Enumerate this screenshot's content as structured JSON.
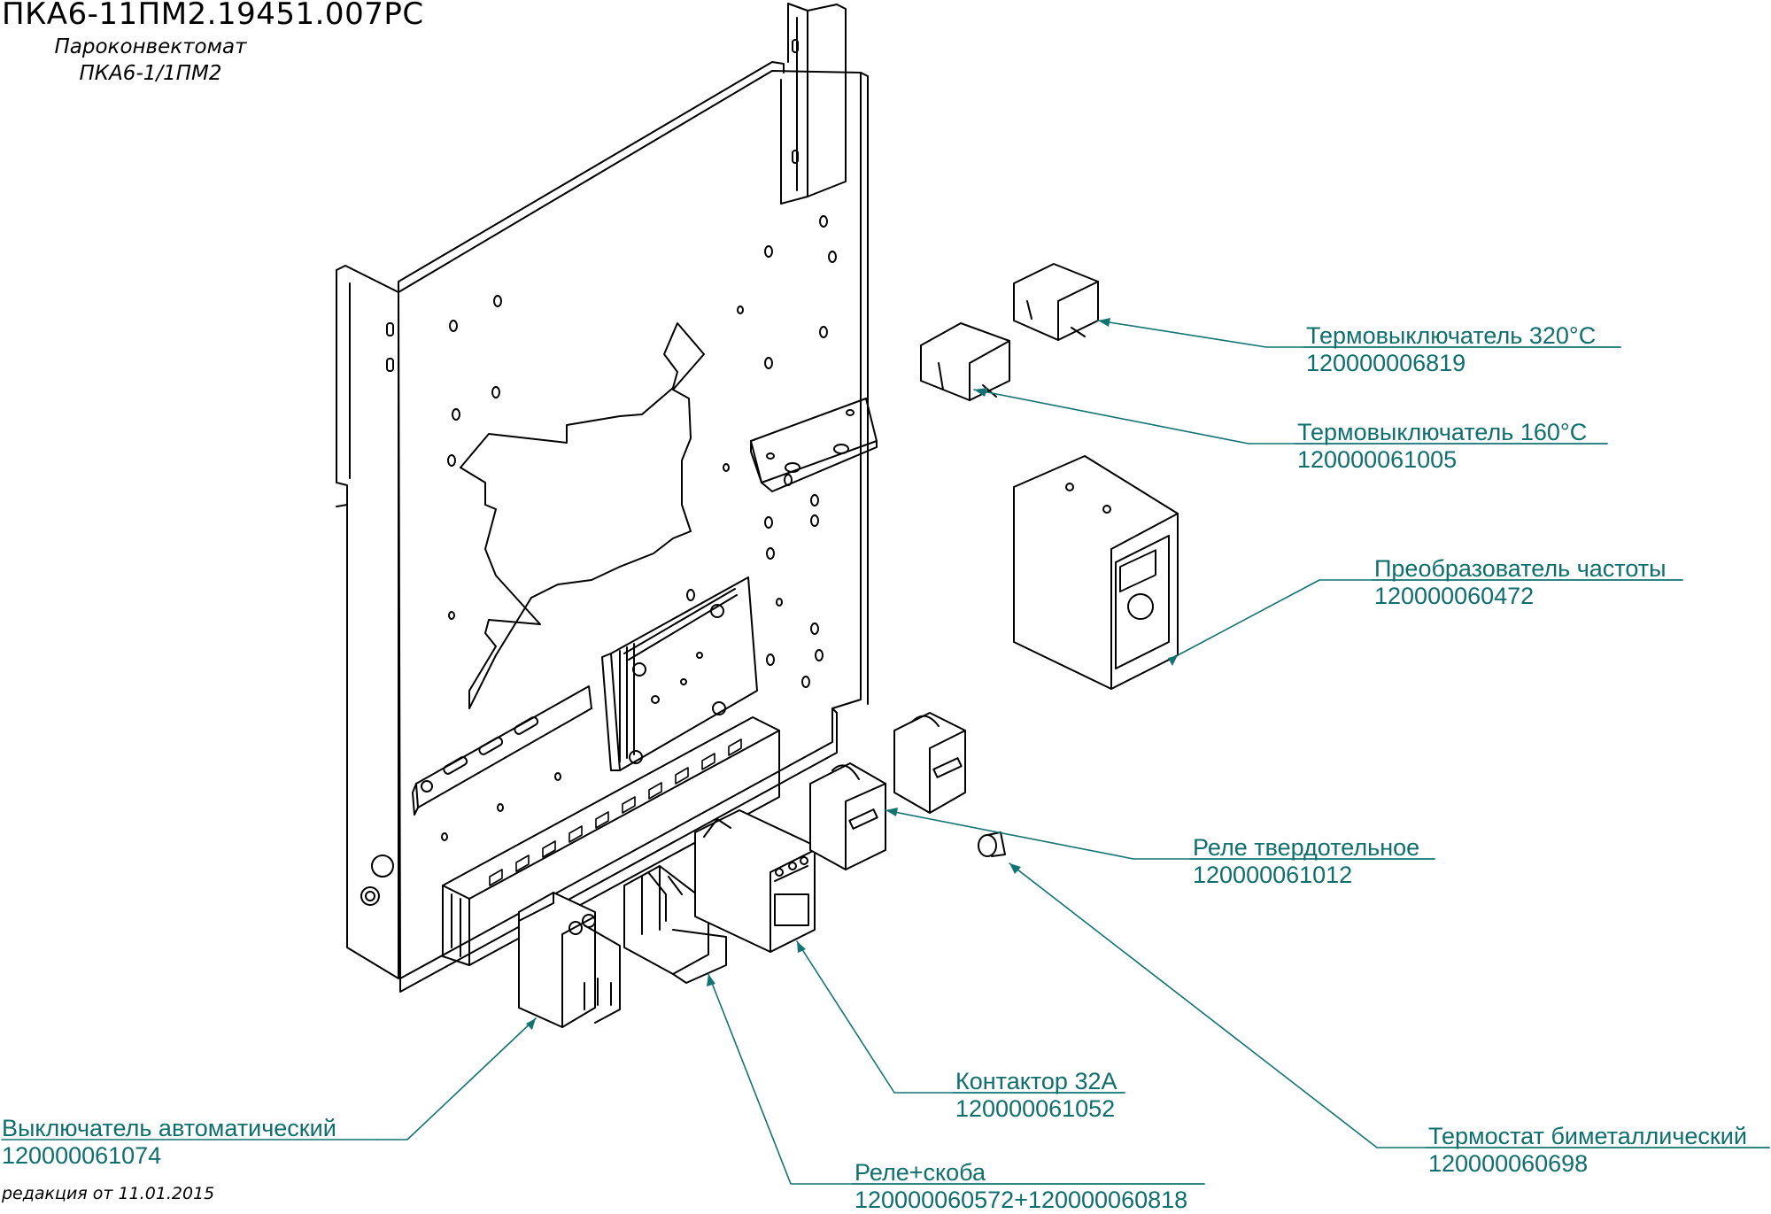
{
  "header": {
    "doc_code": "ПКА6-11ПМ2.19451.007РС",
    "title": "Пароконвектомат",
    "model": "ПКА6-1/1ПМ2"
  },
  "footer": {
    "edition": "редакция от 11.01.2015"
  },
  "colors": {
    "callout": "#0f6e6e",
    "line": "#000000",
    "leader": "#137373"
  },
  "parts": [
    {
      "name": "Термовыключатель 320°С",
      "code": "120000006819"
    },
    {
      "name": "Термовыключатель 160°С",
      "code": "120000061005"
    },
    {
      "name": "Преобразователь частоты",
      "code": "120000060472"
    },
    {
      "name": "Реле твердотельное",
      "code": "120000061012"
    },
    {
      "name": "Термостат биметаллический",
      "code": "120000060698"
    },
    {
      "name": "Контактор 32А",
      "code": "120000061052"
    },
    {
      "name": "Выключатель автоматический",
      "code": "120000061074"
    },
    {
      "name": "Реле+скоба",
      "code": "120000060572+120000060818"
    }
  ]
}
